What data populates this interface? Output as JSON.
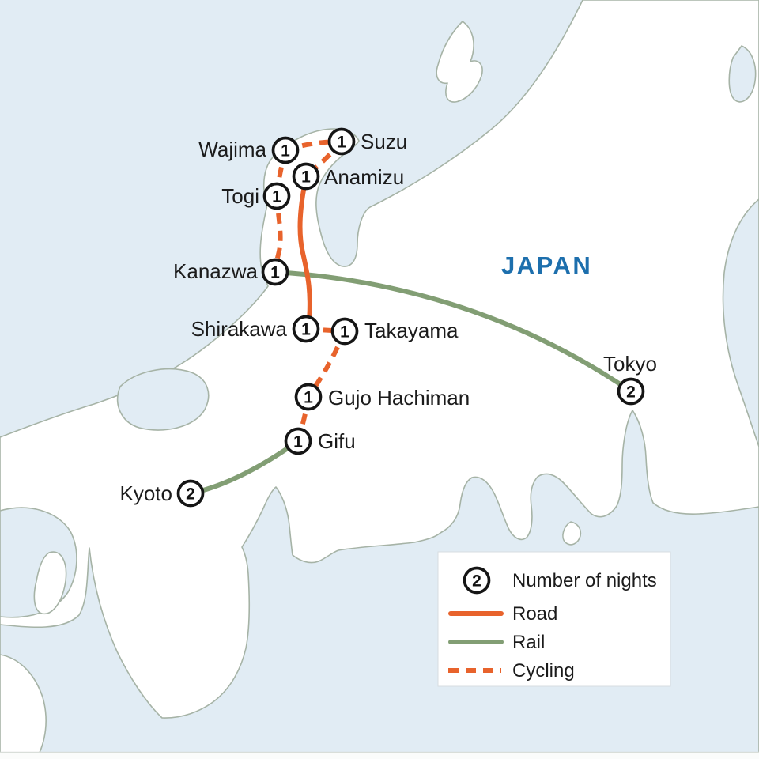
{
  "country_label": "JAPAN",
  "cities": [
    {
      "name": "Wajima",
      "nights": "1"
    },
    {
      "name": "Suzu",
      "nights": "1"
    },
    {
      "name": "Anamizu",
      "nights": "1"
    },
    {
      "name": "Togi",
      "nights": "1"
    },
    {
      "name": "Kanazwa",
      "nights": "1"
    },
    {
      "name": "Shirakawa",
      "nights": "1"
    },
    {
      "name": "Takayama",
      "nights": "1"
    },
    {
      "name": "Gujo Hachiman",
      "nights": "1"
    },
    {
      "name": "Gifu",
      "nights": "1"
    },
    {
      "name": "Kyoto",
      "nights": "2"
    },
    {
      "name": "Tokyo",
      "nights": "2"
    }
  ],
  "routes": [
    {
      "from": "Wajima",
      "to": "Suzu",
      "mode": "cycling"
    },
    {
      "from": "Suzu",
      "to": "Anamizu",
      "mode": "cycling"
    },
    {
      "from": "Wajima",
      "to": "Togi",
      "mode": "cycling"
    },
    {
      "from": "Togi",
      "to": "Kanazwa",
      "mode": "cycling"
    },
    {
      "from": "Anamizu",
      "to": "Shirakawa",
      "mode": "road"
    },
    {
      "from": "Shirakawa",
      "to": "Takayama",
      "mode": "cycling"
    },
    {
      "from": "Takayama",
      "to": "Gujo Hachiman",
      "mode": "cycling"
    },
    {
      "from": "Gujo Hachiman",
      "to": "Gifu",
      "mode": "cycling"
    },
    {
      "from": "Kanazwa",
      "to": "Tokyo",
      "mode": "rail"
    },
    {
      "from": "Gifu",
      "to": "Kyoto",
      "mode": "rail"
    }
  ],
  "legend": {
    "nights_symbol": "2",
    "nights_label": "Number of nights",
    "road_label": "Road",
    "rail_label": "Rail",
    "cycling_label": "Cycling"
  },
  "colors": {
    "road": "#e8632c",
    "rail": "#829e74",
    "cycling": "#e8632c",
    "sea": "#e1ecf4",
    "land": "#ffffff",
    "coastline": "#a6b3a6",
    "country_label": "#1d6fad",
    "marker_stroke": "#151515"
  }
}
